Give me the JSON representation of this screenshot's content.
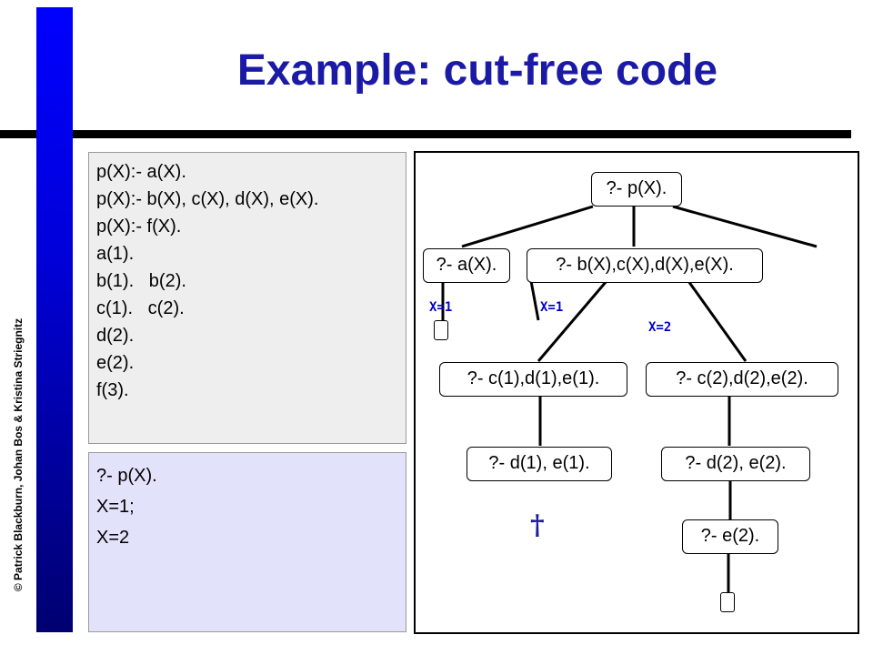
{
  "slide": {
    "title": "Example: cut-free code",
    "copyright": "© Patrick Blackburn, Johan Bos & Kristina Striegnitz",
    "accent_color": "#1a1aa6",
    "sidebar_color": "#0000cc"
  },
  "program": {
    "lines": [
      "p(X):- a(X).",
      "p(X):- b(X), c(X), d(X), e(X).",
      "p(X):- f(X).",
      "a(1).",
      "b(1).   b(2).",
      "c(1).   c(2).",
      "d(2).",
      "e(2).",
      "f(3)."
    ]
  },
  "session": {
    "lines": [
      "?- p(X).",
      "X=1;",
      "X=2"
    ]
  },
  "tree": {
    "nodes": {
      "root": "?- p(X).",
      "a": "?- a(X).",
      "bcde": "?- b(X),c(X),d(X),e(X).",
      "c1": "?- c(1),d(1),e(1).",
      "c2": "?- c(2),d(2),e(2).",
      "d1": "?- d(1), e(1).",
      "d2": "?- d(2), e(2).",
      "e2": "?- e(2)."
    },
    "edge_labels": {
      "a_success": "X=1",
      "b_x1": "X=1",
      "b_x2": "X=2"
    },
    "failure_mark": "†"
  }
}
